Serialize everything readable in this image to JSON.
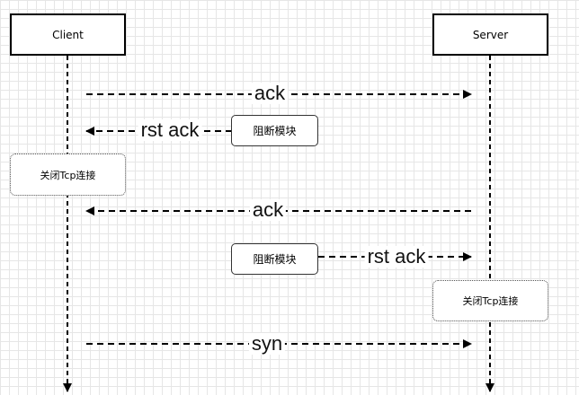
{
  "participants": {
    "client": "Client",
    "server": "Server"
  },
  "messages": [
    {
      "label": "ack",
      "from": "client",
      "to": "server"
    },
    {
      "label": "rst ack",
      "from": "blocking-module",
      "to": "client"
    },
    {
      "label": "ack",
      "from": "server",
      "to": "client"
    },
    {
      "label": "rst ack",
      "from": "blocking-module",
      "to": "server"
    },
    {
      "label": "syn",
      "from": "client",
      "to": "server"
    }
  ],
  "blocking_modules": [
    "阻断模块",
    "阻断模块"
  ],
  "notes": {
    "client_close": "关闭Tcp连接",
    "server_close": "关闭Tcp连接"
  },
  "colors": {
    "line": "#000000",
    "grid": "#e6e6e6"
  }
}
